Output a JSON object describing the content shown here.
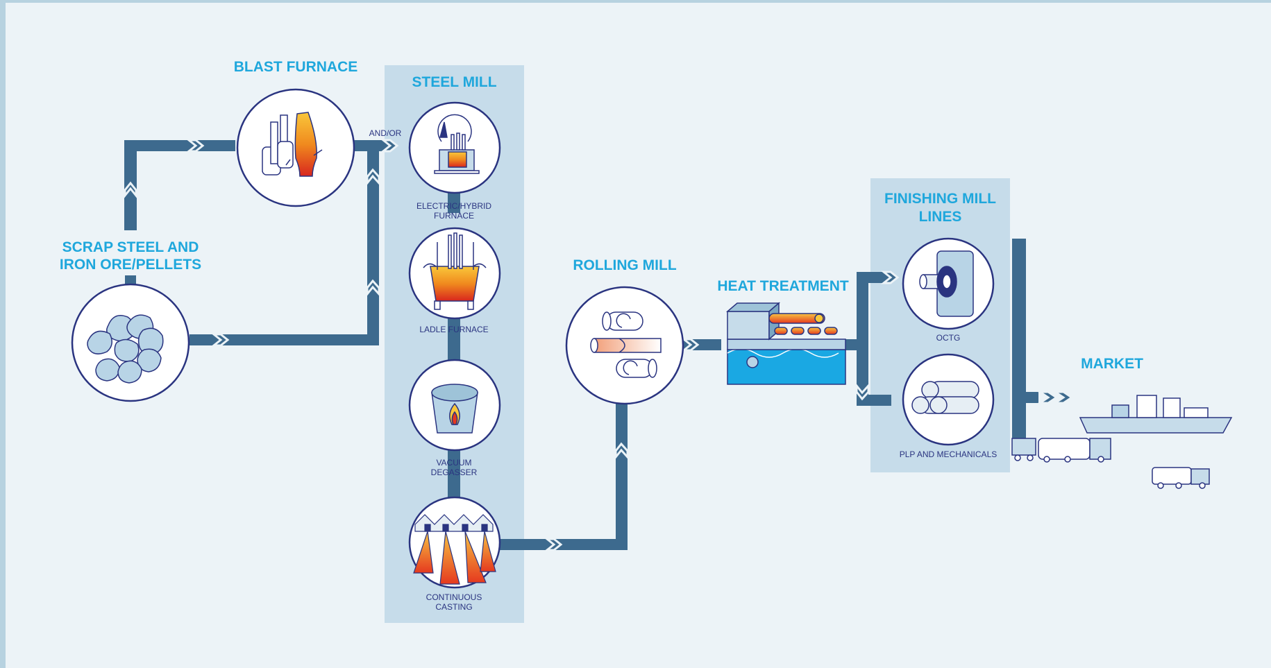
{
  "colors": {
    "background": "#ecf3f7",
    "panel": "#c6dcea",
    "flow": "#3d6a8e",
    "circle_stroke": "#2a3480",
    "title": "#1fa7dc",
    "label": "#2a3480",
    "hot_orange": "#ef7a1f",
    "water": "#1aa8e3"
  },
  "titles": {
    "blast_furnace": "BLAST FURNACE",
    "steel_mill": "STEEL MILL",
    "scrap_line1": "SCRAP STEEL AND",
    "scrap_line2": "IRON ORE/PELLETS",
    "rolling_mill": "ROLLING MILL",
    "heat_treatment": "HEAT TREATMENT",
    "finishing_line1": "FINISHING MILL",
    "finishing_line2": "LINES",
    "market": "MARKET"
  },
  "labels": {
    "and_or": "AND/OR",
    "electric_line1": "ELECTRIC/HYBRID",
    "electric_line2": "FURNACE",
    "ladle": "LADLE FURNACE",
    "vacuum_line1": "VACUUM",
    "vacuum_line2": "DEGASSER",
    "casting_line1": "CONTINUOUS",
    "casting_line2": "CASTING",
    "octg": "OCTG",
    "plp": "PLP AND MECHANICALS"
  },
  "icons": {
    "scrap": "ore-pellets-icon",
    "blast": "blast-furnace-icon",
    "electric": "electric-furnace-icon",
    "ladle": "ladle-furnace-icon",
    "vacuum": "vacuum-degasser-icon",
    "casting": "continuous-casting-icon",
    "rolling": "rolling-mill-icon",
    "heat": "heat-treatment-icon",
    "octg": "pipe-coupling-icon",
    "plp": "pipe-bundle-icon",
    "market": "transport-icon"
  }
}
